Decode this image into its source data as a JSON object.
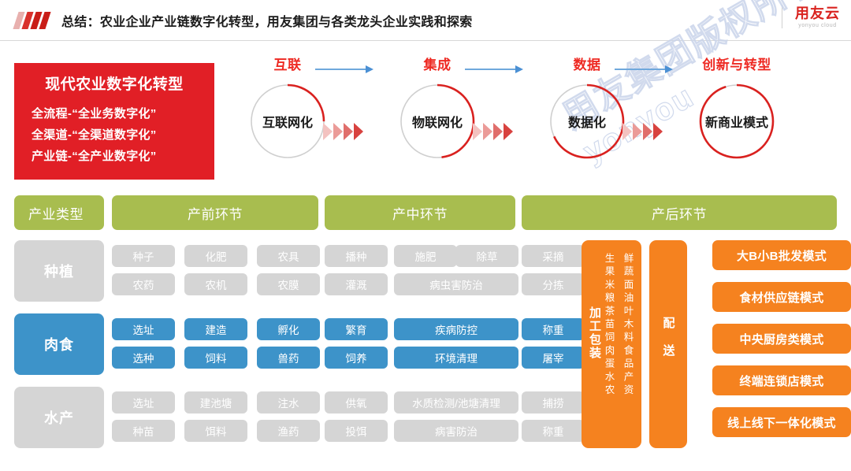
{
  "header": {
    "title": "总结：农业企业产业链数字化转型，用友集团与各类龙头企业实践和探索",
    "logo_mark": "用友云",
    "logo_sub": "yonyou cloud"
  },
  "watermark": {
    "line1": "用友集团版权所有",
    "line2": "yonyou"
  },
  "red_panel": {
    "title": "现代农业数字化转型",
    "lines": [
      "全流程-“全业务数字化”",
      "全渠道-“全渠道数字化”",
      "产业链-“全产业数字化”"
    ]
  },
  "flow": {
    "stages": [
      {
        "label": "互联",
        "circle": "互联网化",
        "arc_percent": 25
      },
      {
        "label": "集成",
        "circle": "物联网化",
        "arc_percent": 48
      },
      {
        "label": "数据",
        "circle": "数据化",
        "arc_percent": 68
      },
      {
        "label": "创新与转型",
        "circle": "新商业模式",
        "arc_percent": 95
      }
    ]
  },
  "green_bars": [
    {
      "label": "产业类型",
      "align": "left"
    },
    {
      "label": "产前环节",
      "align": "center"
    },
    {
      "label": "产中环节",
      "align": "center"
    },
    {
      "label": "产后环节",
      "align": "center"
    }
  ],
  "matrix": {
    "rows": [
      {
        "category": "种植",
        "tone": "gray",
        "row1": [
          "种子",
          "化肥",
          "农具",
          "播种",
          "施肥",
          "除草",
          "采摘"
        ],
        "row2": [
          "农药",
          "农机",
          "农膜",
          "灌溉",
          "病虫害防治",
          "分拣"
        ]
      },
      {
        "category": "肉食",
        "tone": "blue",
        "row1": [
          "选址",
          "建造",
          "孵化",
          "繁育",
          "疾病防控",
          "称重"
        ],
        "row2": [
          "选种",
          "饲料",
          "兽药",
          "饲养",
          "环境清理",
          "屠宰"
        ]
      },
      {
        "category": "水产",
        "tone": "gray",
        "row1": [
          "选址",
          "建池塘",
          "注水",
          "供氧",
          "水质检测/池塘清理",
          "捕捞"
        ],
        "row2": [
          "种苗",
          "饵料",
          "渔药",
          "投饵",
          "病害防治",
          "称重"
        ]
      }
    ]
  },
  "packaging": {
    "label": "加工包装",
    "column_right": "鲜蔬面油叶木料食品产资",
    "column_left": "生果米粮茶苗饲肉蛋水农"
  },
  "delivery": {
    "label": "配送"
  },
  "modes": [
    "大B小B批发模式",
    "食材供应链模式",
    "中央厨房类模式",
    "终端连锁店模式",
    "线上线下一体化模式"
  ],
  "colors": {
    "red": "#e11f26",
    "green": "#a8bd4f",
    "blue": "#3d93c9",
    "gray": "#d5d5d5",
    "orange": "#f5821f",
    "arrow_blue": "#6fa8dc"
  }
}
